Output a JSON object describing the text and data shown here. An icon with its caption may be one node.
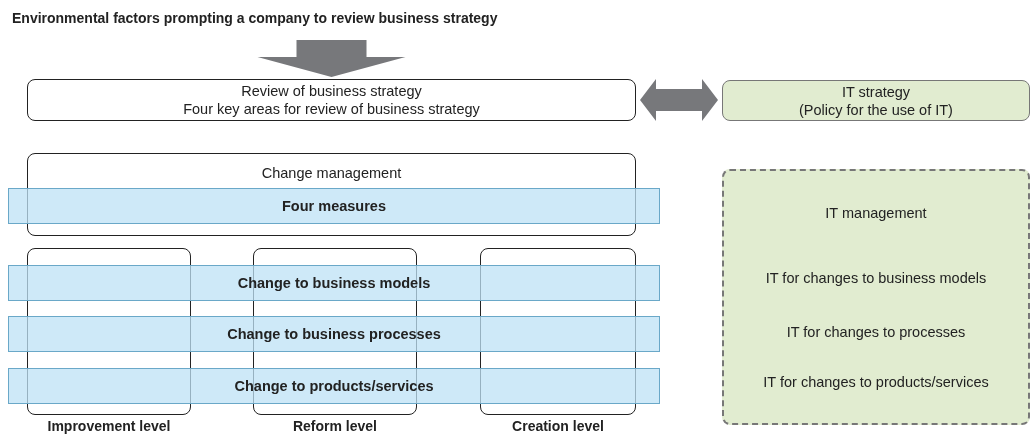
{
  "diagram": {
    "nodes": [
      {
        "text": [
          "Environmental factors prompting a company to review business strategy"
        ]
      },
      {
        "text": [
          "Review of business strategy",
          "Four key areas for review of business strategy"
        ]
      },
      {
        "text": [
          "IT strategy",
          "(Policy for the use of IT)"
        ]
      },
      {
        "text": [
          "Change management"
        ]
      },
      {
        "text": [
          "Four measures"
        ]
      },
      {
        "text": [
          "Improvement level"
        ]
      },
      {
        "text": [
          "Reform level"
        ]
      },
      {
        "text": [
          "Creation level"
        ]
      },
      {
        "text": [
          "Change to business models"
        ]
      },
      {
        "text": [
          "Change to business processes"
        ]
      },
      {
        "text": [
          "Change to products/services"
        ]
      },
      {
        "text": [
          "IT management",
          "IT for changes to business models",
          "IT for changes to processes",
          "IT for changes to products/services"
        ]
      }
    ],
    "edges": [
      {
        "from": 0,
        "to": 1,
        "arrow": "to",
        "style": "thick"
      },
      {
        "from": 1,
        "to": 2,
        "arrow": "both",
        "style": "thick"
      }
    ]
  }
}
